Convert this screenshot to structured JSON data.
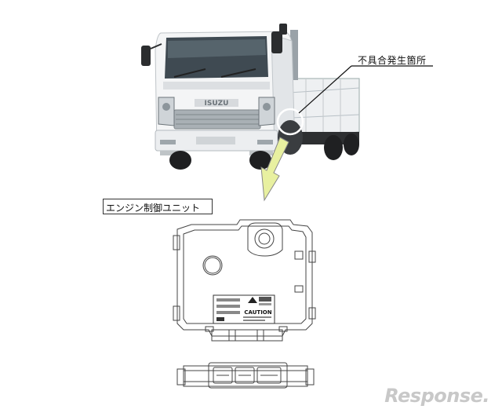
{
  "callout": {
    "label": "不具合発生箇所"
  },
  "diagram": {
    "unit_label": "エンジン制御ユニット"
  },
  "truck": {
    "grille_brand": "ISUZU"
  },
  "caution_label": {
    "text": "CAUTION"
  },
  "watermark": {
    "text": "Response."
  },
  "colors": {
    "arrow_fill": "#e8f0a0",
    "arrow_stroke": "#888888",
    "highlight_circle": "#ffffff"
  }
}
